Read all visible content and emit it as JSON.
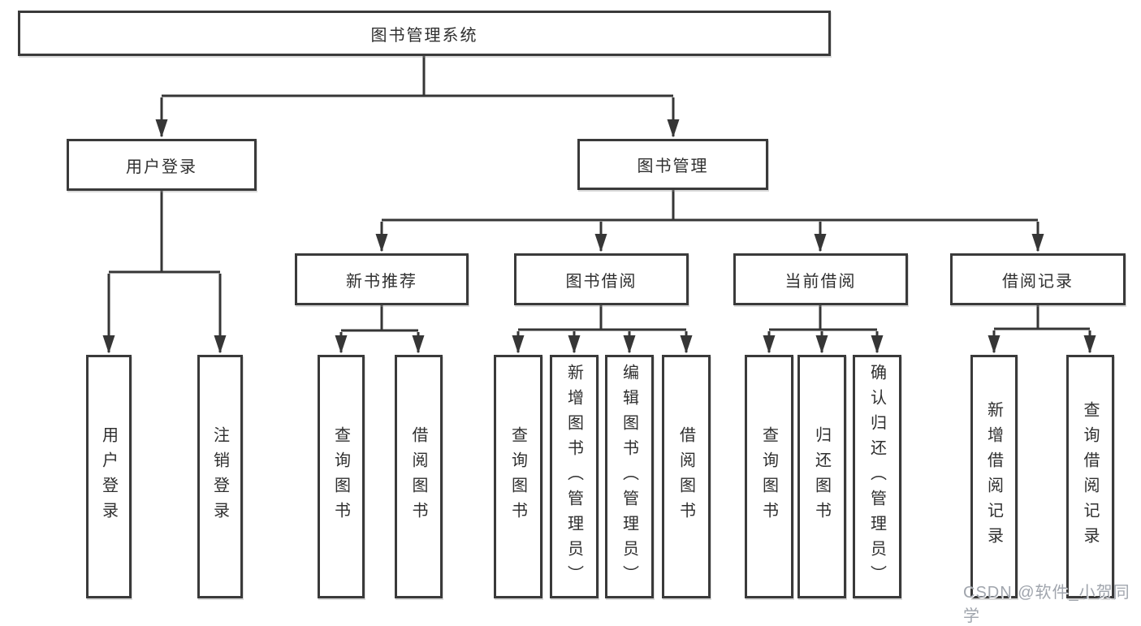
{
  "tree": {
    "root": "图书管理系统",
    "children": [
      {
        "label": "用户登录",
        "children": [
          "用户登录",
          "注销登录"
        ]
      },
      {
        "label": "图书管理",
        "children": [
          {
            "label": "新书推荐",
            "children": [
              "查询图书",
              "借阅图书"
            ]
          },
          {
            "label": "图书借阅",
            "children": [
              "查询图书",
              "新增图书（管理员）",
              "编辑图书（管理员）",
              "借阅图书"
            ]
          },
          {
            "label": "当前借阅",
            "children": [
              "查询图书",
              "归还图书",
              "确认归还（管理员）"
            ]
          },
          {
            "label": "借阅记录",
            "children": [
              "新增借阅记录",
              "查询借阅记录"
            ]
          }
        ]
      }
    ]
  },
  "colors": {
    "line": "#363636",
    "border": "#3a3a3a",
    "text": "#2f2f2f",
    "watermark": "#a0a5ad"
  },
  "watermark": "CSDN @软件_小贺同学"
}
